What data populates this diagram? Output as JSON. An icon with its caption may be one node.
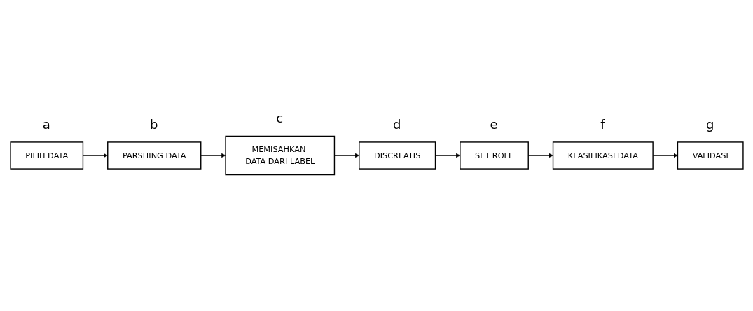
{
  "diagram": {
    "nodes": [
      {
        "text": [
          "PILIH DATA"
        ],
        "beside": [
          "a"
        ]
      },
      {
        "text": [
          "PARSHING DATA"
        ],
        "beside": [
          "b"
        ]
      },
      {
        "text": [
          "MEMISAHKAN DATA DARI LABEL"
        ],
        "beside": [
          "c"
        ]
      },
      {
        "text": [
          "DISCREATIS"
        ],
        "beside": [
          "d"
        ]
      },
      {
        "text": [
          "SET ROLE"
        ],
        "beside": [
          "e"
        ]
      },
      {
        "text": [
          "KLASIFIKASI DATA"
        ],
        "beside": [
          "f"
        ]
      },
      {
        "text": [
          "VALIDASI"
        ],
        "beside": [
          "g"
        ]
      }
    ],
    "edges": [
      {
        "from": 0,
        "to": 1,
        "arrow": "to"
      },
      {
        "from": 1,
        "to": 2,
        "arrow": "to"
      },
      {
        "from": 2,
        "to": 3,
        "arrow": "to"
      },
      {
        "from": 3,
        "to": 4,
        "arrow": "to"
      },
      {
        "from": 4,
        "to": 5,
        "arrow": "to"
      },
      {
        "from": 5,
        "to": 6,
        "arrow": "to"
      }
    ]
  }
}
